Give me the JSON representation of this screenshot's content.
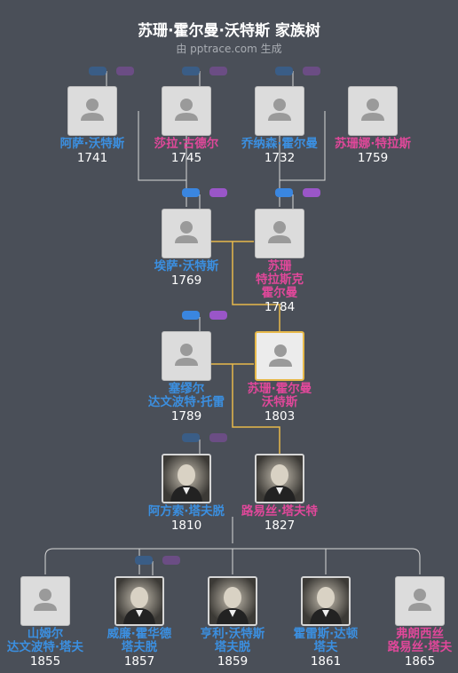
{
  "header": {
    "title": "苏珊·霍尔曼·沃特斯 家族树",
    "subtitle": "由 pptrace.com 生成"
  },
  "people": [
    {
      "id": "p1",
      "lines": [
        "阿萨·沃特斯"
      ],
      "year": "1741",
      "gender": "m",
      "photo": "placeholder"
    },
    {
      "id": "p2",
      "lines": [
        "莎拉·古德尔"
      ],
      "year": "1745",
      "gender": "f",
      "photo": "placeholder"
    },
    {
      "id": "p3",
      "lines": [
        "乔纳森·霍尔曼"
      ],
      "year": "1732",
      "gender": "m",
      "photo": "placeholder"
    },
    {
      "id": "p4",
      "lines": [
        "苏珊娜·特拉斯"
      ],
      "year": "1759",
      "gender": "f",
      "photo": "placeholder"
    },
    {
      "id": "p5",
      "lines": [
        "埃萨·沃特斯"
      ],
      "year": "1769",
      "gender": "m",
      "photo": "placeholder"
    },
    {
      "id": "p6",
      "lines": [
        "苏珊",
        "特拉斯克",
        "霍尔曼"
      ],
      "year": "1784",
      "gender": "f",
      "photo": "placeholder"
    },
    {
      "id": "p7",
      "lines": [
        "塞缪尔",
        "达文波特·托雷"
      ],
      "year": "1789",
      "gender": "m",
      "photo": "placeholder"
    },
    {
      "id": "p8",
      "lines": [
        "苏珊·霍尔曼",
        "沃特斯"
      ],
      "year": "1803",
      "gender": "f",
      "photo": "placeholder",
      "highlighted": true
    },
    {
      "id": "p9",
      "lines": [
        "阿方索·塔夫脱"
      ],
      "year": "1810",
      "gender": "m",
      "photo": "portrait"
    },
    {
      "id": "p10",
      "lines": [
        "路易丝·塔夫特"
      ],
      "year": "1827",
      "gender": "f",
      "photo": "portrait"
    },
    {
      "id": "p11",
      "lines": [
        "山姆尔",
        "达文波特·塔夫"
      ],
      "year": "1855",
      "gender": "m",
      "photo": "placeholder"
    },
    {
      "id": "p12",
      "lines": [
        "威廉·霍华德",
        "塔夫脱"
      ],
      "year": "1857",
      "gender": "m",
      "photo": "portrait"
    },
    {
      "id": "p13",
      "lines": [
        "亨利·沃特斯",
        "塔夫脱"
      ],
      "year": "1859",
      "gender": "m",
      "photo": "portrait"
    },
    {
      "id": "p14",
      "lines": [
        "霍雷斯·达顿",
        "塔夫"
      ],
      "year": "1861",
      "gender": "m",
      "photo": "portrait"
    },
    {
      "id": "p15",
      "lines": [
        "弗朗西丝",
        "路易丝·塔夫"
      ],
      "year": "1865",
      "gender": "f",
      "photo": "placeholder"
    }
  ],
  "colors": {
    "background": "#4a4f58",
    "male": "#3b8fe0",
    "female": "#e0489a",
    "highlight_line": "#e7b94a",
    "line": "#d8d8d8"
  }
}
